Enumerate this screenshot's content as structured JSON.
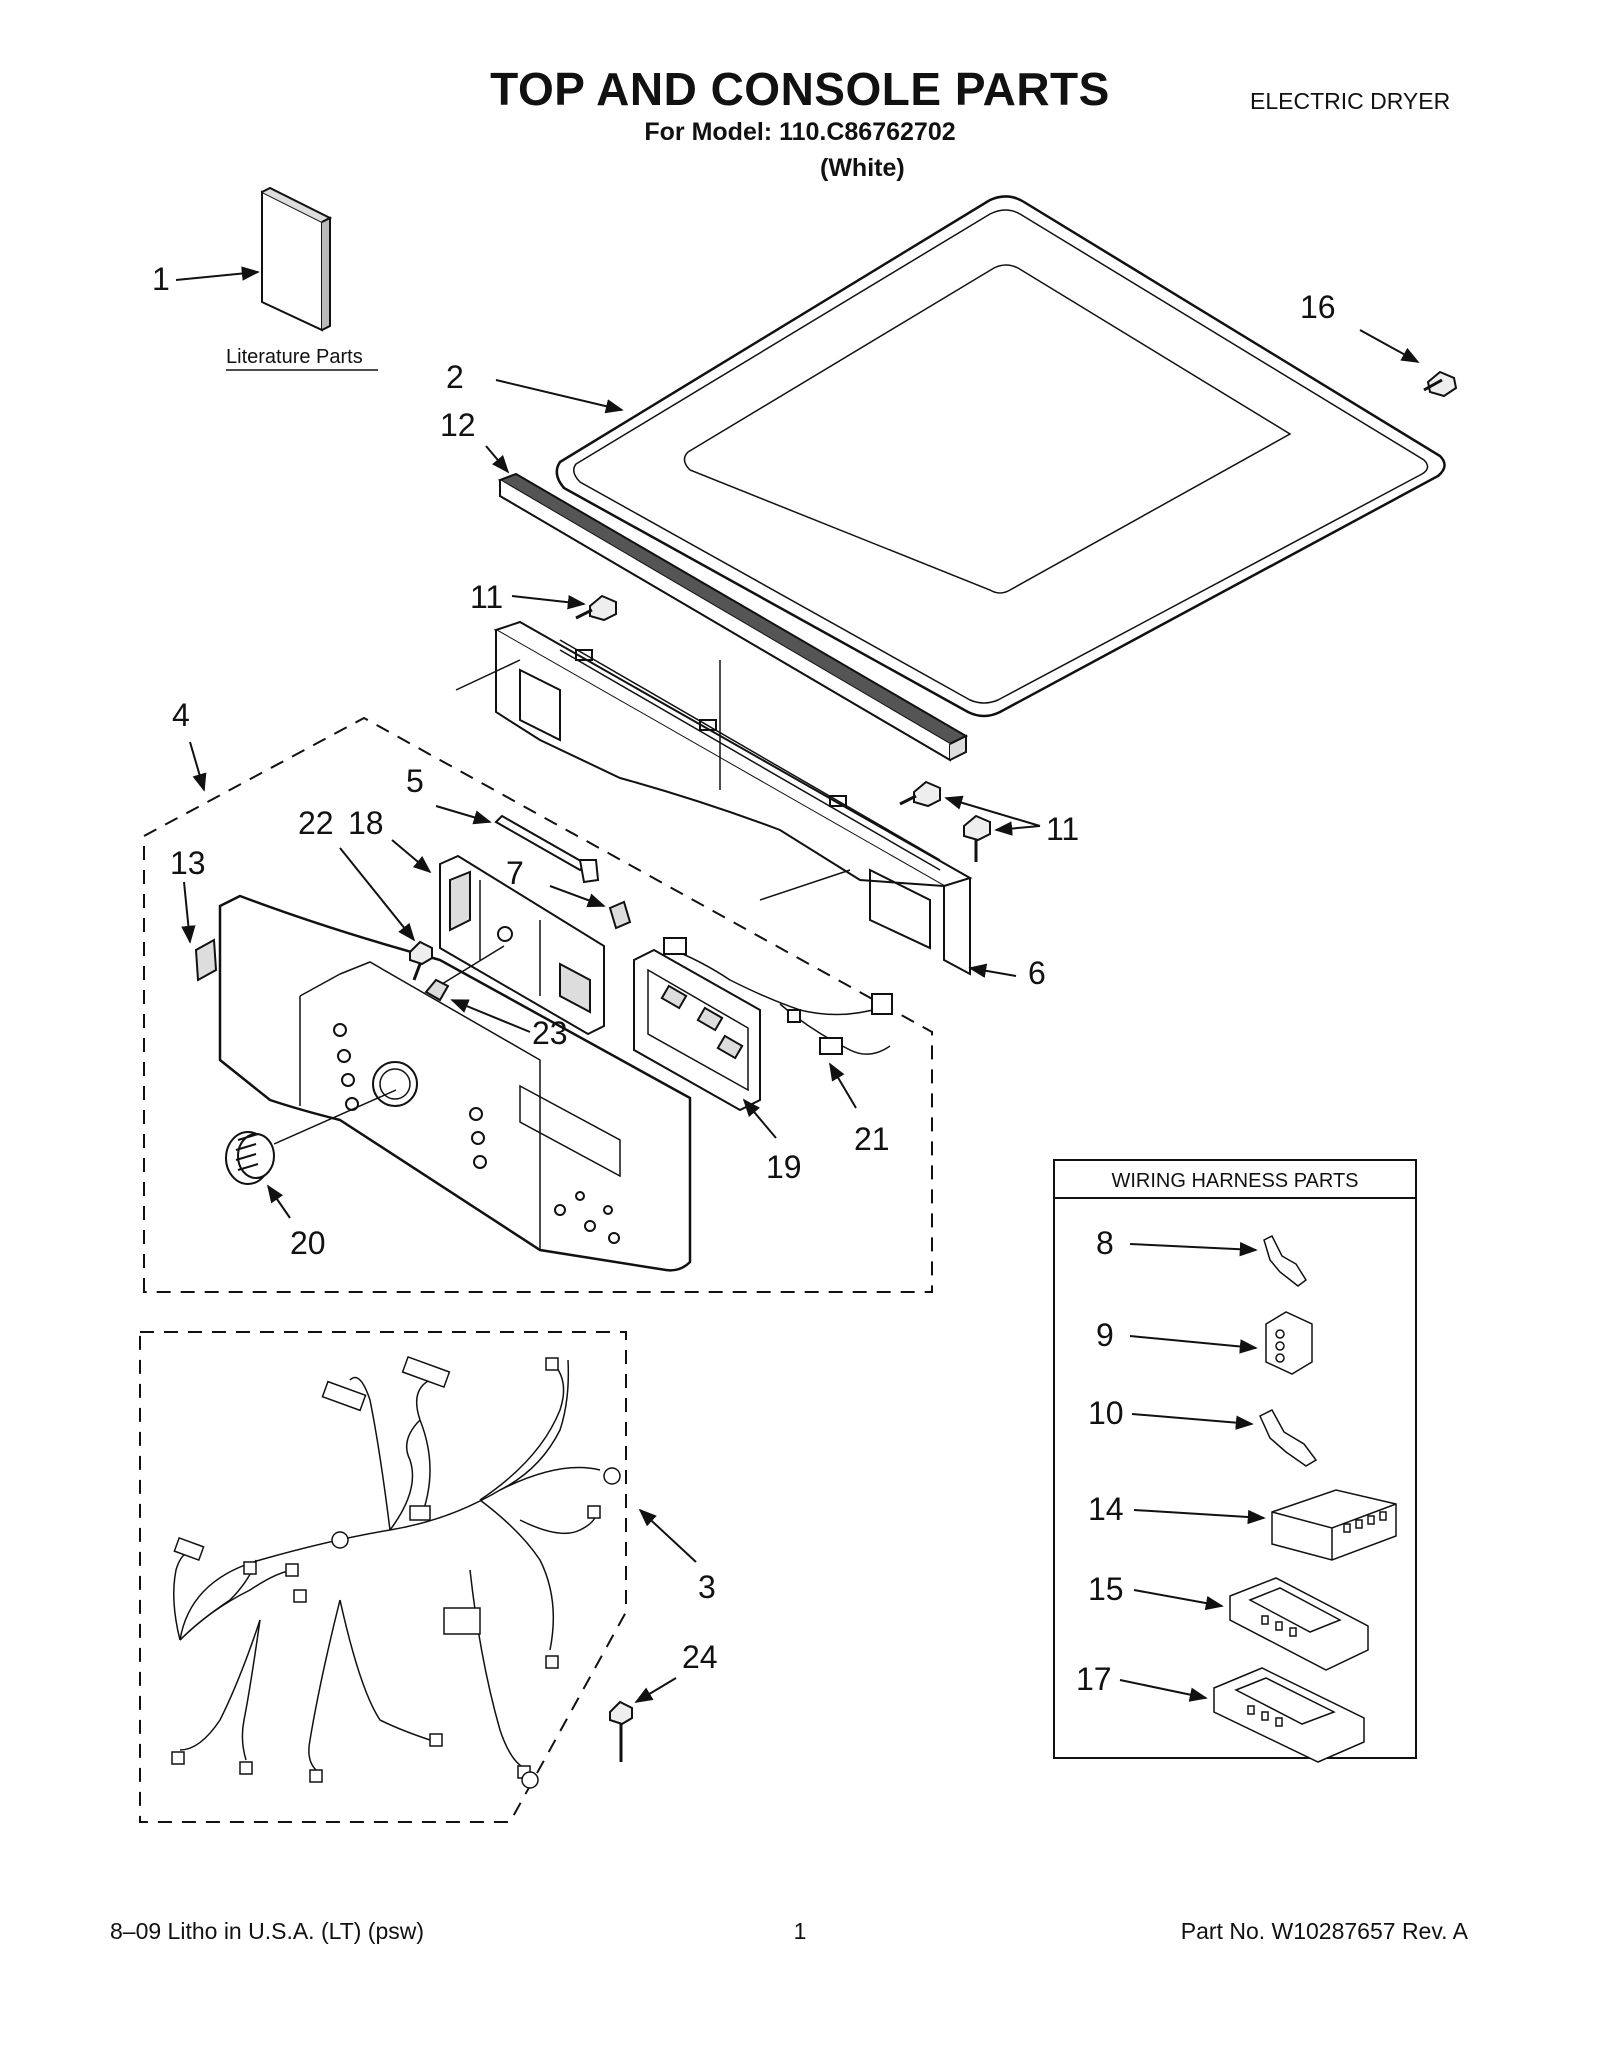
{
  "header": {
    "title": "TOP AND CONSOLE PARTS",
    "model_line": "For Model: 110.C86762702",
    "color_line": "(White)",
    "appliance_type": "ELECTRIC DRYER"
  },
  "literature_label": "Literature Parts",
  "wiring_box_title": "WIRING HARNESS PARTS",
  "callouts": {
    "c1": "1",
    "c2": "2",
    "c3": "3",
    "c4": "4",
    "c5": "5",
    "c6": "6",
    "c7": "7",
    "c8": "8",
    "c9": "9",
    "c10": "10",
    "c11a": "11",
    "c11b": "11",
    "c12": "12",
    "c13": "13",
    "c14": "14",
    "c15": "15",
    "c16": "16",
    "c17": "17",
    "c18": "18",
    "c19": "19",
    "c20": "20",
    "c21": "21",
    "c22": "22",
    "c23": "23",
    "c24": "24"
  },
  "footer": {
    "left": "8–09 Litho in U.S.A. (LT) (psw)",
    "page": "1",
    "right": "Part No. W10287657 Rev. A"
  }
}
